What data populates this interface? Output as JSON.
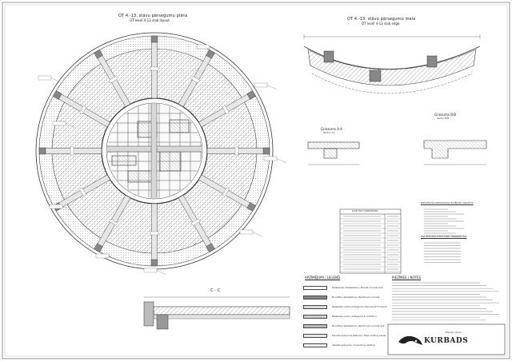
{
  "main_plan": {
    "title_lv": "OT 4.-13. stāvu pārsegumu plāns",
    "title_en": "OT level 4-13 slab layout"
  },
  "top_right": {
    "title_lv": "OT 4.-13. stāvu pārsegumu mala",
    "title_en": "OT level 4-13 slab edge"
  },
  "section_aa": {
    "title_lv": "Griezums A-A",
    "title_en": "Section A-A"
  },
  "section_bb": {
    "title_lv": "Griezums B-B",
    "title_en": "Section B-B"
  },
  "section_cc": {
    "title": "C - C"
  },
  "legend": {
    "title": "APZĪMĒJUMI / LEGEND",
    "rows": [
      {
        "text": "Saliekamais dzelzsbetons / Precast concrete slab",
        "fill": "#ffffff"
      },
      {
        "text": "Monolītais dzelzsbetons / Reinforced concrete",
        "fill": "#888888"
      },
      {
        "text": "Paliekošais veidņu pārsegums / Permanent formwork",
        "fill": "#dddddd"
      },
      {
        "text": "Paliekošais veidņu pārsegums ar armatūru",
        "fill": "#cfcfcf"
      },
      {
        "text": "Monolītais dzelzsbetons / Reinforced concrete slab",
        "fill": "#bbbbbb"
      },
      {
        "text": "Tērauda apšuvuma plāksnes / Steel cladding panels",
        "fill": "#e8e8e8"
      },
      {
        "text": "Atbalsta apšuvums / Supporting cladding",
        "fill": "#f4f4f4"
      }
    ]
  },
  "table": {
    "title": "SLAB TOP COORDINATES"
  },
  "spec_titles": {
    "main": "PREDZĪVOŠĀ KONSTRUKCIJU RASĒJUMU SARAKSTS",
    "detail": "FOR DETAILED STRUCTURAL DRAWINGS SEE"
  },
  "notes": {
    "title": "PIEZĪMES / NOTES"
  },
  "company": {
    "name": "KURBADS",
    "tagline": "inženieru grupa"
  }
}
